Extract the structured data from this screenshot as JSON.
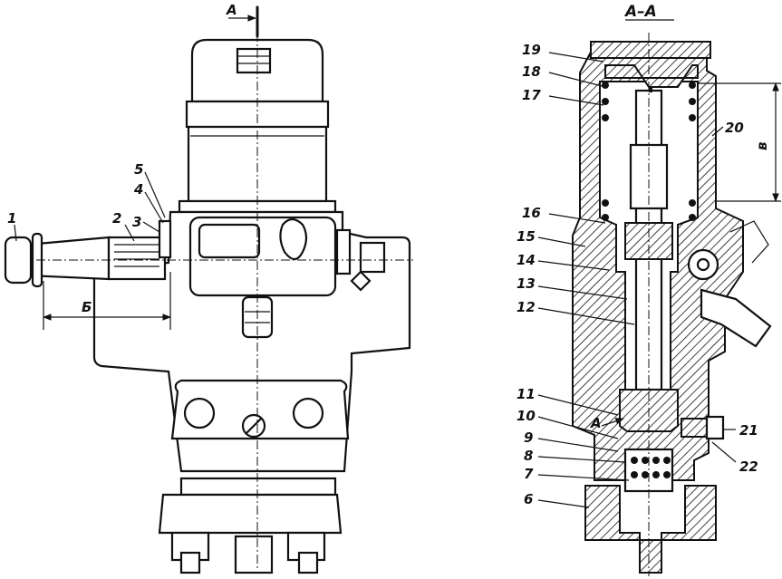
{
  "section_mark": "A",
  "section_title": "A–A",
  "dimension_labels": {
    "left_view": "Б",
    "section_view": "в",
    "flow_mark": "A"
  },
  "callouts": {
    "1": "1",
    "2": "2",
    "3": "3",
    "4": "4",
    "5": "5",
    "6": "6",
    "7": "7",
    "8": "8",
    "9": "9",
    "10": "10",
    "11": "11",
    "12": "12",
    "13": "13",
    "14": "14",
    "15": "15",
    "16": "16",
    "17": "17",
    "18": "18",
    "19": "19",
    "20": "20",
    "21": "21",
    "22": "22"
  }
}
